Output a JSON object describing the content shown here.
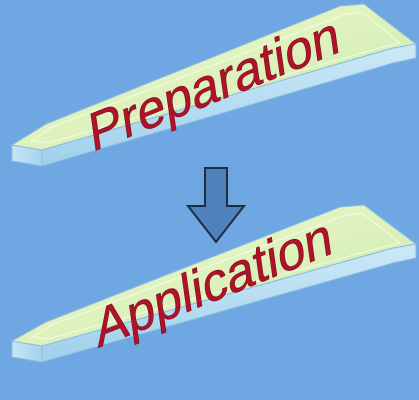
{
  "diagram": {
    "steps": [
      {
        "label": "Preparation"
      },
      {
        "label": "Application"
      }
    ],
    "connector": {
      "direction": "down"
    },
    "colors": {
      "background": "#6fa7e3",
      "block_top": "#d9f0b8",
      "block_glow": "#eef8c8",
      "block_side": "#bfe3f4",
      "block_front": "#a9d6ef",
      "block_edge": "#8bbbe0",
      "label_text": "#b0122a",
      "arrow_fill": "#4f81bd",
      "arrow_stroke": "#1f2d3d"
    }
  }
}
